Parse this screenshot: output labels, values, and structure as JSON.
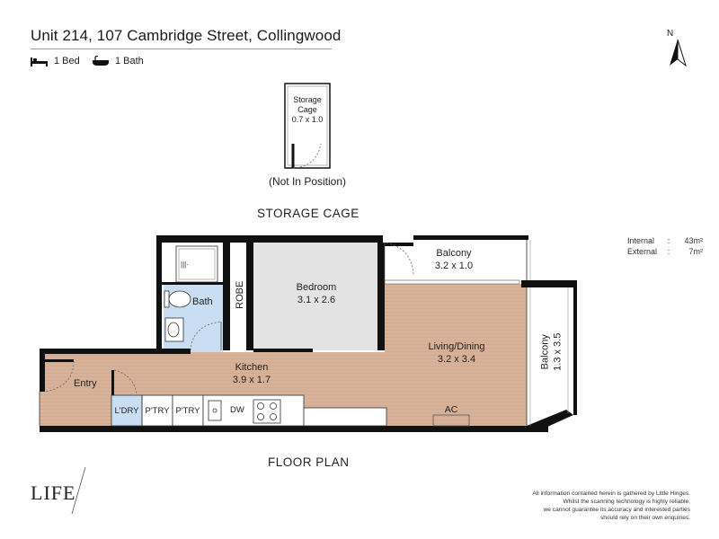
{
  "header": {
    "address": "Unit 214, 107 Cambridge Street, Collingwood",
    "beds": "1 Bed",
    "baths": "1 Bath"
  },
  "compass": {
    "north_label": "N"
  },
  "storage": {
    "name": "Storage",
    "name2": "Cage",
    "size": "0.7 x 1.0",
    "note": "(Not In Position)",
    "heading": "STORAGE CAGE"
  },
  "areas": {
    "internal_label": "Internal",
    "internal_value": "43m²",
    "external_label": "External",
    "external_value": "7m²"
  },
  "rooms": {
    "bath": "Bath",
    "robe": "ROBE",
    "bedroom_name": "Bedroom",
    "bedroom_size": "3.1 x 2.6",
    "balcony_top_name": "Balcony",
    "balcony_top_size": "3.2 x 1.0",
    "living_name": "Living/Dining",
    "living_size": "3.2 x 3.4",
    "balcony_side_name": "Balcony",
    "balcony_side_size": "1.3 x 3.5",
    "kitchen_name": "Kitchen",
    "kitchen_size": "3.9 x 1.7",
    "entry": "Entry",
    "laundry": "L'DRY",
    "pantry1": "P'TRY",
    "pantry2": "P'TRY",
    "dishwasher": "DW",
    "ac": "AC"
  },
  "floor_plan_heading": "FLOOR PLAN",
  "logo": {
    "text": "LIFE"
  },
  "disclaimer": [
    "All information contained herein is gathered by Little Hinges.",
    "Whilst the scanning technology is highly reliable,",
    "we cannot guarantee its accuracy and interested parties",
    "should rely on their own enquiries."
  ],
  "colors": {
    "wall": "#111111",
    "timber_floor": "#d8b199",
    "carpet": "#e3e3e3",
    "tile": "#c9def2",
    "laundry_tile": "#c9def2"
  },
  "icons": [
    "bed-icon",
    "bath-icon",
    "compass-arrow-icon",
    "shower-icon",
    "toilet-icon",
    "basin-icon",
    "sink-icon",
    "cooktop-icon"
  ]
}
